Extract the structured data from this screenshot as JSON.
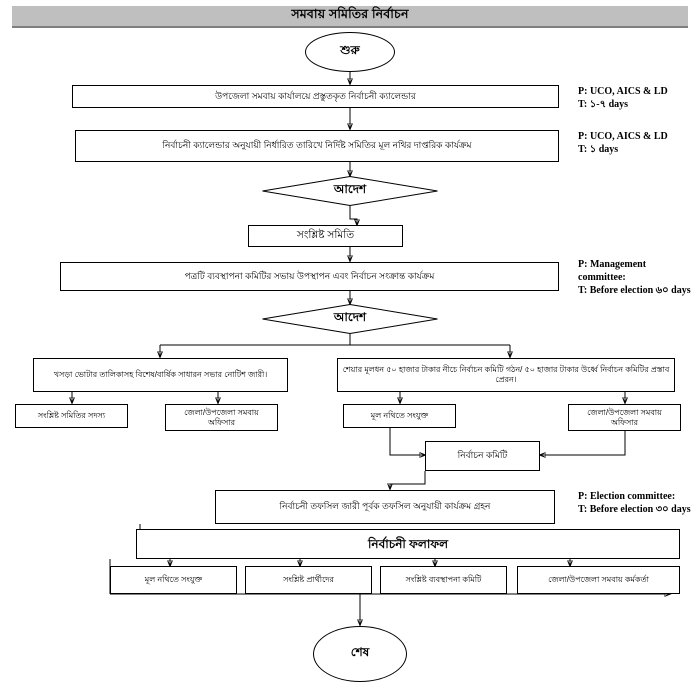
{
  "header": {
    "title": "সমবায় সমিতির নির্বাচন"
  },
  "nodes": {
    "start": "শুরু",
    "step1": "উপজেলা সমবায় কার্যালয়ে প্রস্তুতকৃত নির্বাচনী ক্যালেন্ডার",
    "step2": "নির্বাচনী ক্যালেন্ডার অনুযায়ী নির্ধারিত তারিখে নির্দিষ্ট সমিতির মূল নথির দাপ্তরিক কার্যক্রম",
    "decision1": "আদেশ",
    "step3": "সংশ্লিষ্ট সমিতি",
    "step4": "পত্রটি ব্যবস্থাপনা কমিটির সভায় উপস্থাপন এবং নির্বাচন সংক্রান্ত কার্যক্রম",
    "decision2": "আদেশ",
    "branch_left": "খসড়া ভোটার তালিকাসহ বিশেষ/বার্ষিক সাধারন সভার নোটিশ জারী।",
    "branch_right": "শেয়ার মূলধন ৫০ হাজার টাকার নীচে নির্বাচন কমিটি গঠন/ ৫০ হাজার টাকার উর্ধ্বে নির্বাচন কমিটির প্রস্তাব প্রেরন।",
    "leaf_a": "সংশ্লিষ্ট সমিতির সদস্য",
    "leaf_b": "জেলা/উপজেলা সমবায় অফিসার",
    "leaf_c": "মূল নথিতে সংযুক্ত",
    "leaf_d": "জেলা/উপজেলা সমবায় অফিসার",
    "election_committee": "নির্বাচন কমিটি",
    "step5": "নির্বাচনী তফসিল জারী পূর্বক তফসিল অনুযায়ী কার্যক্রম গ্রহন",
    "results_header": "নির্বাচনী ফলাফল",
    "result1": "মূল নথিতে সংযুক্ত",
    "result2": "সংশ্লিষ্ট প্রার্থীদের",
    "result3": "সংশ্লিষ্ট ব্যবস্থাপনা কমিটি",
    "result4": "জেলা/উপজেলা সমবায় কর্মকর্তা",
    "end": "শেষ"
  },
  "annotations": {
    "a1_p": "P: UCO, AICS & LD",
    "a1_t": "T: ১-৭ days",
    "a2_p": "P: UCO, AICS & LD",
    "a2_t": "T: ১ days",
    "a3_p": "P: Management",
    "a3_p2": "committee:",
    "a3_t": "T: Before election ৬০ days",
    "a4_p": "P: Election committee:",
    "a4_t": "T: Before election ৩০ days"
  },
  "style": {
    "title_bar_bg": "#bfbfbf",
    "title_bar_border": "#7f7f7f",
    "line_color": "#000000",
    "page_bg": "#ffffff"
  }
}
